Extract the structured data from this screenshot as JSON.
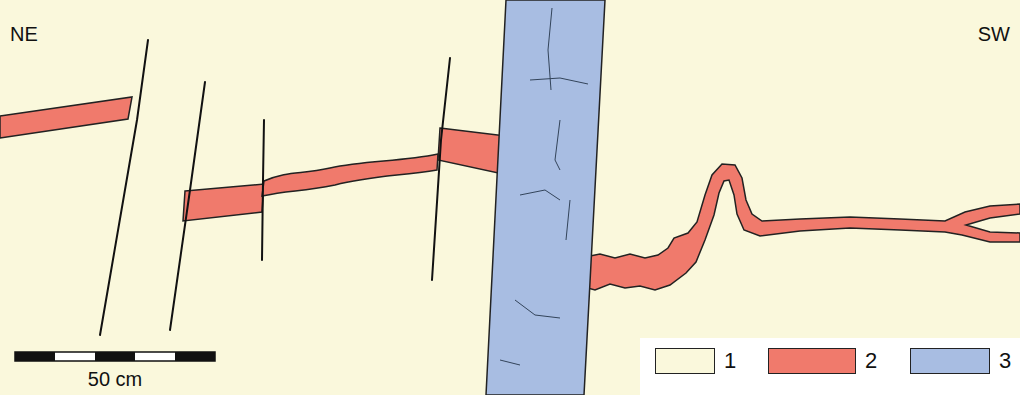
{
  "diagram": {
    "labels": [
      "NE",
      "SW",
      "50 cm"
    ],
    "legend": [
      {
        "text": "1",
        "color": "#faf8dc"
      },
      {
        "text": "2",
        "color": "#f07a6c"
      },
      {
        "text": "3",
        "color": "#a8bde2"
      }
    ]
  }
}
